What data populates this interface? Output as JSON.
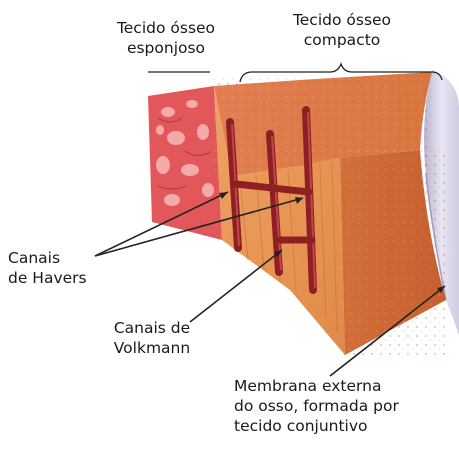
{
  "labels": {
    "spongy_line1": "Tecido ósseo",
    "spongy_line2": "esponjoso",
    "compact_line1": "Tecido ósseo",
    "compact_line2": "compacto",
    "havers_line1": "Canais",
    "havers_line2": "de Havers",
    "volkmann_line1": "Canais de",
    "volkmann_line2": "Volkmann",
    "membrane_line1": "Membrana externa",
    "membrane_line2": "do osso, formada por",
    "membrane_line3": "tecido conjuntivo"
  },
  "colors": {
    "spongy": "#e2585a",
    "compact": "#e6914a",
    "compact_dark": "#c9652f",
    "canal": "#8e1f23",
    "membrane": "#cfcbe0",
    "text": "#1a1a1a"
  }
}
